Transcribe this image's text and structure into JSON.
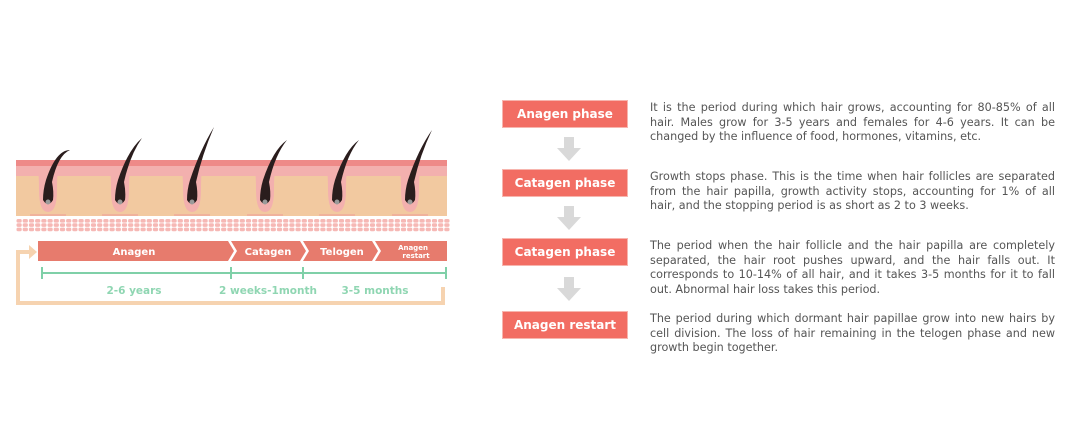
{
  "bar": {
    "segments": [
      "Anagen",
      "Catagen",
      "Telogen",
      "Anagen restart"
    ],
    "restart_line1": "Anagen",
    "restart_line2": "restart"
  },
  "timeline": [
    "2-6 years",
    "2 weeks-1month",
    "3-5 months"
  ],
  "phases": [
    {
      "label": "Anagen phase",
      "text": "It is the period during which hair grows, accounting for 80-85% of all hair. Males grow for 3-5 years and females for 4-6 years. It can be changed by the influence of food, hormones, vitamins, etc."
    },
    {
      "label": "Catagen phase",
      "text": "Growth stops phase. This is the time when hair follicles are separated from the hair papilla, growth activity stops, accounting for 1% of all hair, and the stopping period is as short as 2 to 3 weeks."
    },
    {
      "label": "Catagen phase",
      "text": "The period when the hair follicle and the hair papilla are completely separated, the hair root pushes upward, and the hair falls out. It corresponds to 10-14% of all hair, and it takes 3-5 months for it to fall out. Abnormal hair loss takes this period."
    },
    {
      "label": "Anagen restart",
      "text": "The period during which dormant hair papillae grow into new hairs by cell division. The loss of hair remaining in the telogen phase and new growth begin together."
    }
  ],
  "colors": {
    "accent": "#f26d63",
    "bar": "#e77b6d",
    "timeline": "#7fd0a8",
    "loop": "#f6d3b0",
    "skin": "#f2c9a0",
    "skin_top": "#f0a5a5"
  }
}
